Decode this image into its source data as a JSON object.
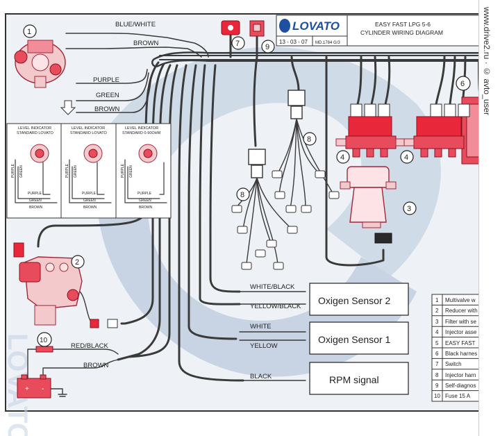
{
  "title_block": {
    "brand": "LOVATO",
    "title_line1": "EASY FAST LPG 5-6",
    "title_line2": "CYLINDER WIRING DIAGRAM",
    "date": "13 - 03 - 07",
    "doc_code": "MD.1784 G/3"
  },
  "wire_labels": {
    "blue_white": "BLUE/WHITE",
    "brown_top": "BROWN",
    "purple": "PURPLE",
    "green": "GREEN",
    "brown_mid": "BROWN",
    "white_black": "WHITE/BLACK",
    "yellow_black": "YELLOW/BLACK",
    "white": "WHITE",
    "yellow": "YELLOW",
    "black": "BLACK",
    "red_black": "RED/BLACK",
    "brown_bottom": "BROWN"
  },
  "level_indicators": [
    {
      "title1": "LEVEL INDICATOR",
      "title2": "STANDARD LOVATO",
      "vlabel1": "PURPLE",
      "vlabel2": "GREEN",
      "l1": "PURPLE",
      "l2": "GREEN",
      "l3": "BROWN"
    },
    {
      "title1": "LEVEL INDICATOR",
      "title2": "STANDARD LOVATO",
      "vlabel1": "PURPLE",
      "vlabel2": "GREEN",
      "l1": "PURPLE",
      "l2": "GREEN",
      "l3": "BROWN"
    },
    {
      "title1": "LEVEL INDICATOR",
      "title2": "STANDARD 0-90OHM",
      "vlabel1": "PURPLE",
      "vlabel2": "GREEN",
      "l1": "PURPLE",
      "l2": "GREEN",
      "l3": "BROWN"
    }
  ],
  "signal_boxes": {
    "oxygen2": "Oxigen Sensor 2",
    "oxygen1": "Oxigen Sensor 1",
    "rpm": "RPM signal"
  },
  "callouts": {
    "n1": "1",
    "n2": "2",
    "n3": "3",
    "n4a": "4",
    "n4b": "4",
    "n6": "6",
    "n7": "7",
    "n8a": "8",
    "n8b": "8",
    "n9": "9",
    "n10": "10"
  },
  "legend": [
    {
      "num": "1",
      "text": "Multivalve w"
    },
    {
      "num": "2",
      "text": "Reducer with"
    },
    {
      "num": "3",
      "text": "Filter with se"
    },
    {
      "num": "4",
      "text": "Injector asse"
    },
    {
      "num": "5",
      "text": "EASY FAST"
    },
    {
      "num": "6",
      "text": "Black harnes"
    },
    {
      "num": "7",
      "text": "Switch"
    },
    {
      "num": "8",
      "text": "Injector harn"
    },
    {
      "num": "9",
      "text": "Self-diagnos"
    },
    {
      "num": "10",
      "text": "Fuse 15 A"
    }
  ],
  "watermark_side": "www.drive2.ru · © avto_user"
}
